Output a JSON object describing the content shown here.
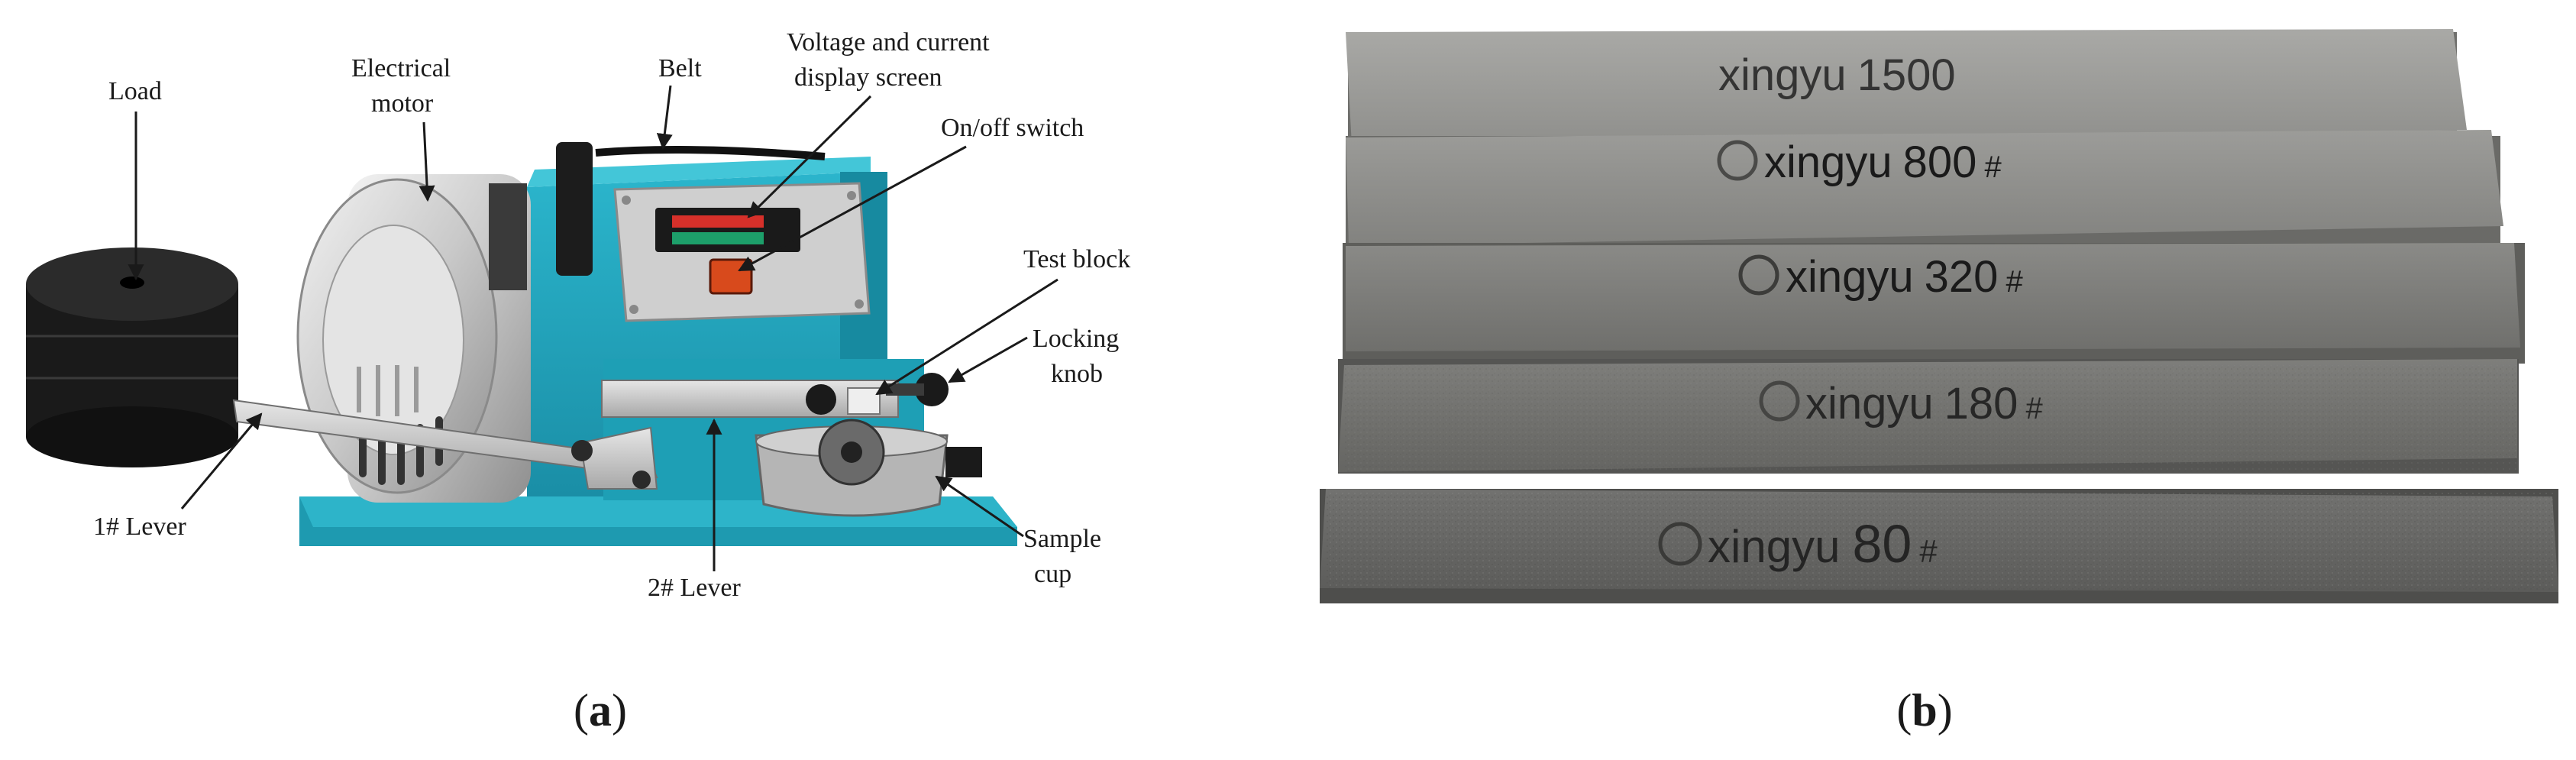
{
  "panel_a": {
    "labels": {
      "load": "Load",
      "motor_1": "Electrical",
      "motor_2": "motor",
      "belt": "Belt",
      "display_1": "Voltage and current",
      "display_2": "display screen",
      "switch": "On/off switch",
      "test_block": "Test block",
      "knob_1": "Locking",
      "knob_2": "knob",
      "lever1": "1# Lever",
      "lever2": "2# Lever",
      "cup_1": "Sample",
      "cup_2": "cup"
    },
    "caption": {
      "open": "(",
      "letter": "a",
      "close": ")"
    }
  },
  "panel_b": {
    "stones": [
      {
        "brand": "xingyu",
        "grit": "1500"
      },
      {
        "brand": "xingyu",
        "grit": "800",
        "suffix": "#"
      },
      {
        "brand": "xingyu",
        "grit": "320",
        "suffix": "#"
      },
      {
        "brand": "xingyu",
        "grit": "180",
        "suffix": "#"
      },
      {
        "brand": "xingyu",
        "grit": "80",
        "suffix": "#"
      }
    ],
    "caption": {
      "open": "(",
      "letter": "b",
      "close": ")"
    }
  }
}
